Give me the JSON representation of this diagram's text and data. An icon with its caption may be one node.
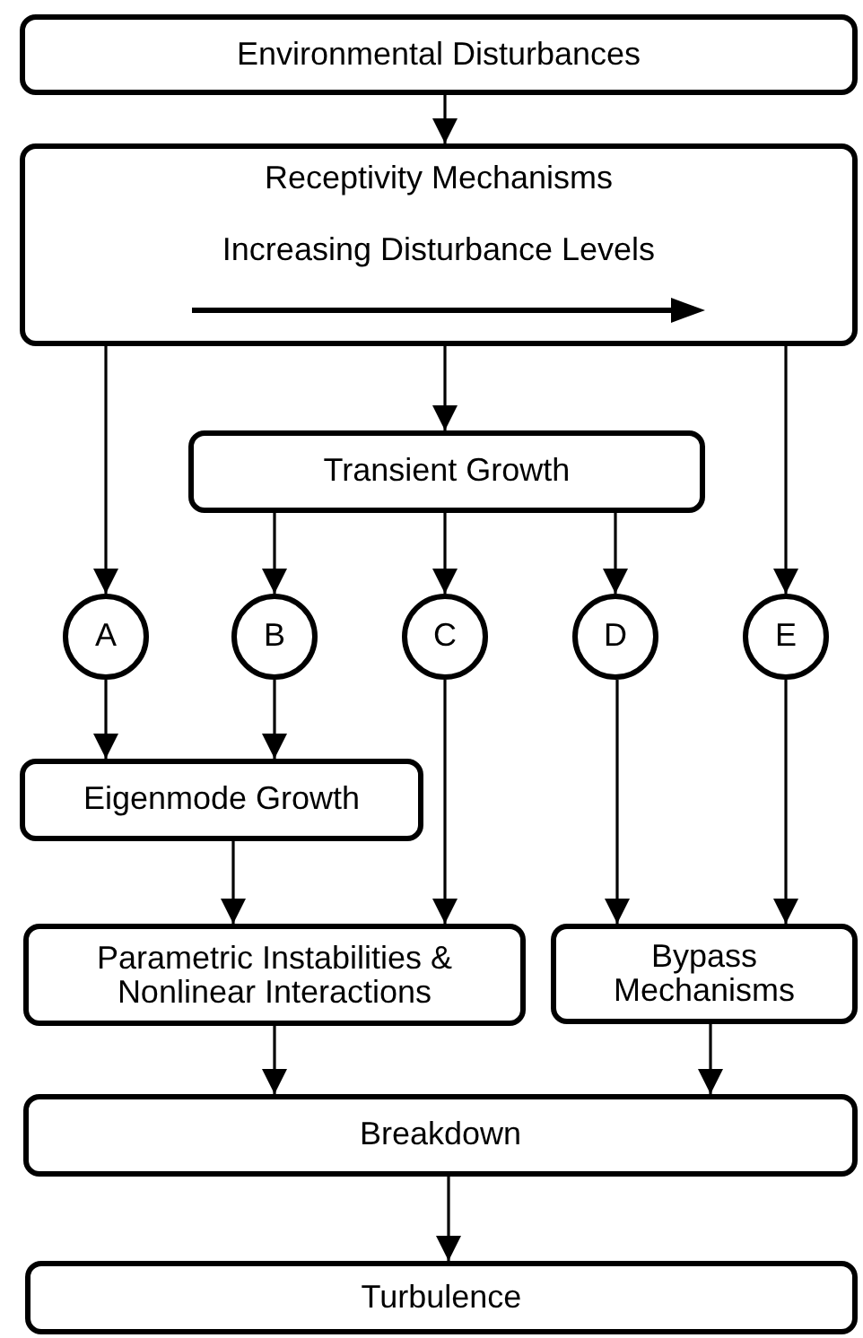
{
  "diagram": {
    "nodes": [
      {
        "text": [
          "Environmental Disturbances"
        ]
      },
      {
        "text": [
          "Receptivity Mechanisms",
          "Increasing Disturbance Levels"
        ]
      },
      {
        "text": [
          "Transient Growth"
        ]
      },
      {
        "text": [
          "A"
        ]
      },
      {
        "text": [
          "B"
        ]
      },
      {
        "text": [
          "C"
        ]
      },
      {
        "text": [
          "D"
        ]
      },
      {
        "text": [
          "E"
        ]
      },
      {
        "text": [
          "Eigenmode Growth"
        ]
      },
      {
        "text": [
          "Parametric Instabilities & Nonlinear Interactions"
        ]
      },
      {
        "text": [
          "Bypass Mechanisms"
        ]
      },
      {
        "text": [
          "Breakdown"
        ]
      },
      {
        "text": [
          "Turbulence"
        ]
      }
    ],
    "edges": [
      {
        "from": 0,
        "to": 1,
        "arrow": "to"
      },
      {
        "from": 1,
        "to": 3,
        "arrow": "to"
      },
      {
        "from": 1,
        "to": 2,
        "arrow": "to"
      },
      {
        "from": 1,
        "to": 7,
        "arrow": "to"
      },
      {
        "from": 2,
        "to": 4,
        "arrow": "to"
      },
      {
        "from": 2,
        "to": 5,
        "arrow": "to"
      },
      {
        "from": 2,
        "to": 6,
        "arrow": "to"
      },
      {
        "from": 3,
        "to": 8,
        "arrow": "to"
      },
      {
        "from": 4,
        "to": 8,
        "arrow": "to"
      },
      {
        "from": 8,
        "to": 9,
        "arrow": "to"
      },
      {
        "from": 5,
        "to": 9,
        "arrow": "to"
      },
      {
        "from": 6,
        "to": 10,
        "arrow": "to"
      },
      {
        "from": 7,
        "to": 10,
        "arrow": "to"
      },
      {
        "from": 9,
        "to": 11,
        "arrow": "to"
      },
      {
        "from": 10,
        "to": 11,
        "arrow": "to"
      },
      {
        "from": 11,
        "to": 12,
        "arrow": "to"
      }
    ]
  }
}
